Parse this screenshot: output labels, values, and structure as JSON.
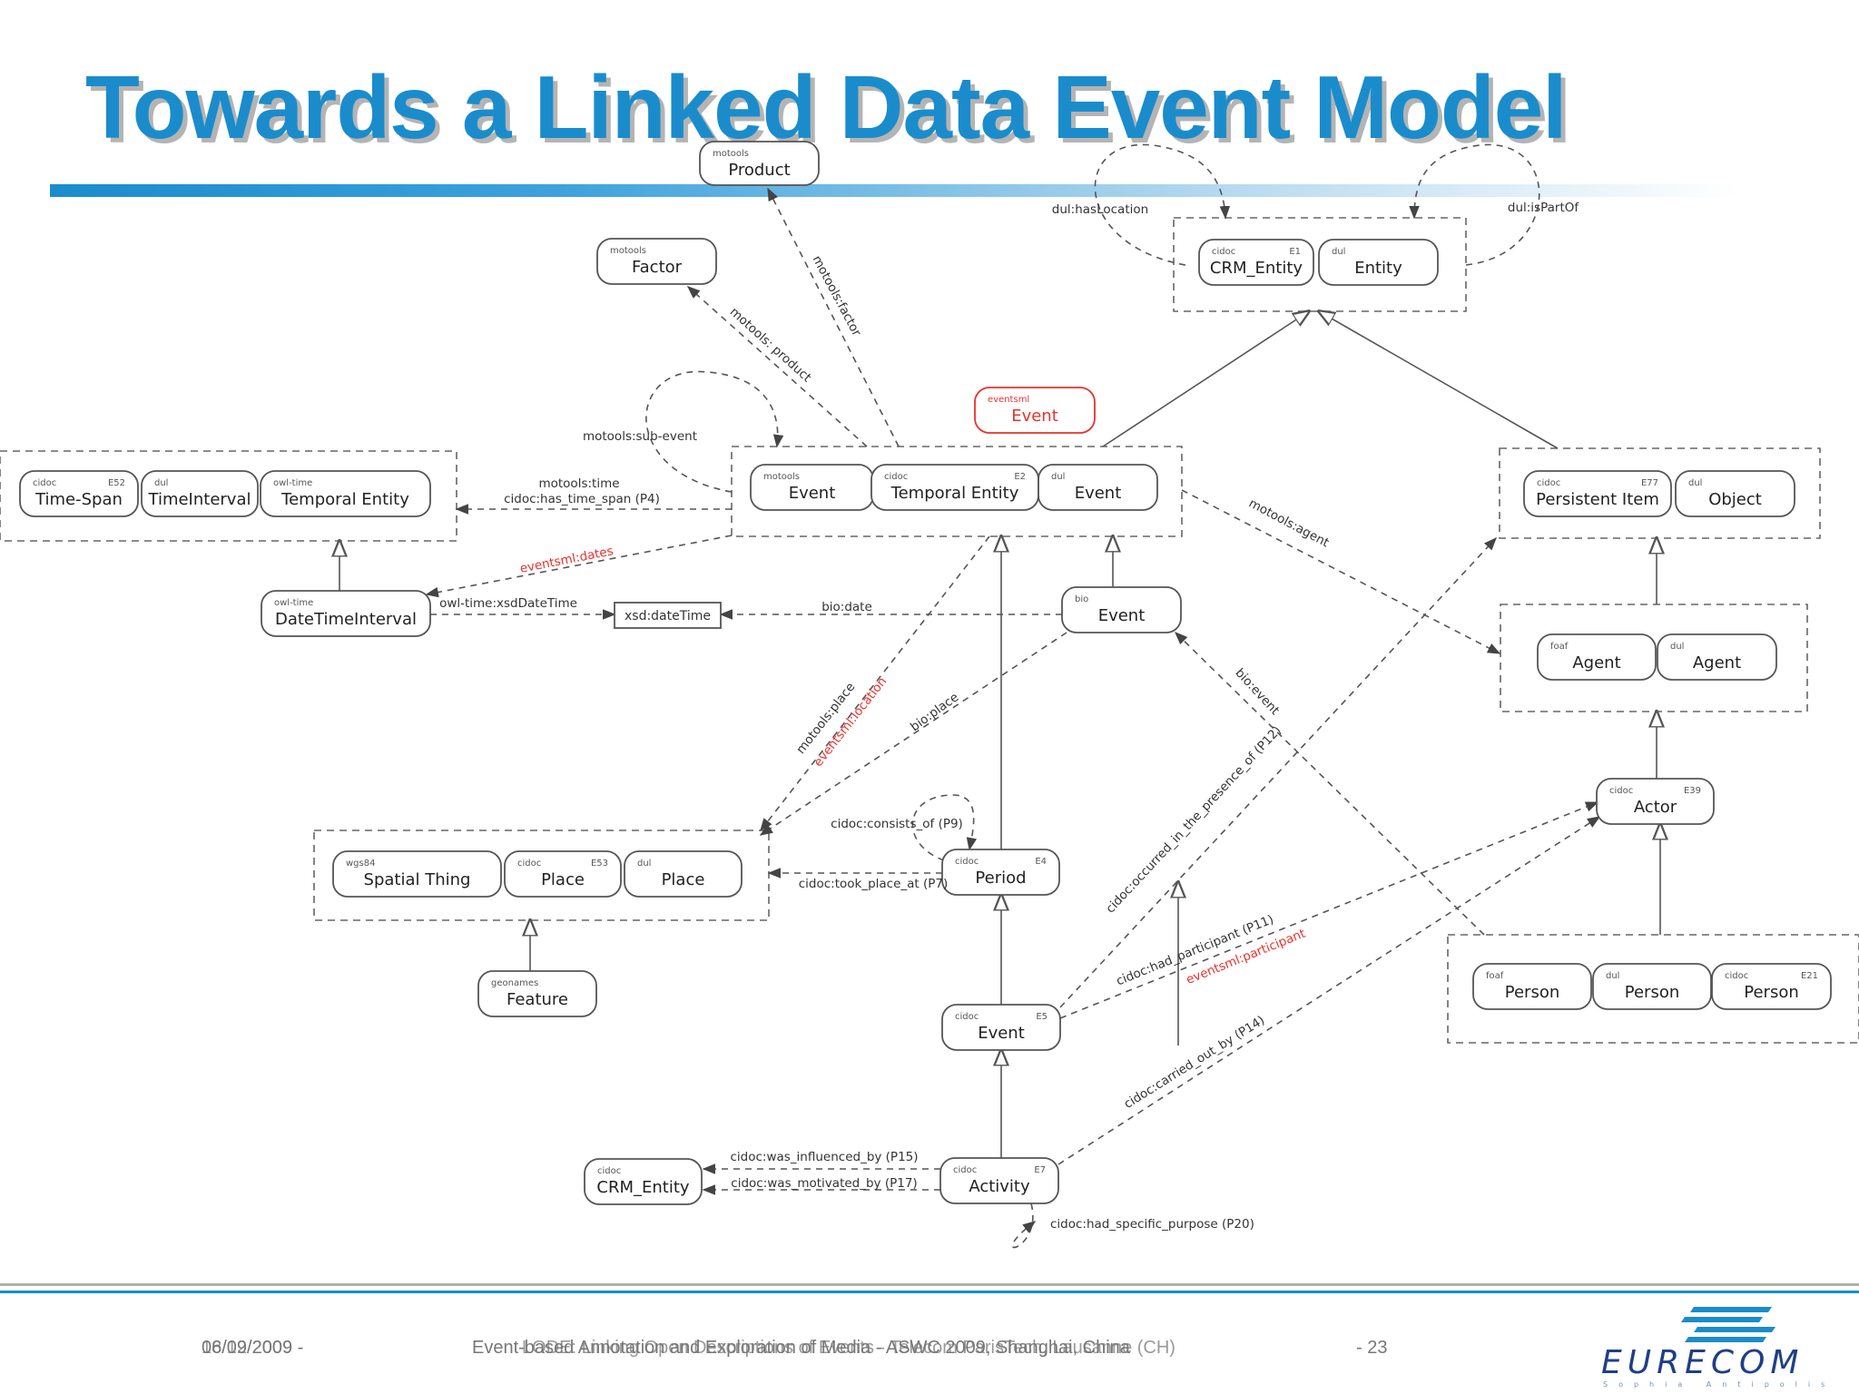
{
  "slide": {
    "title": "Towards a Linked Data Event Model"
  },
  "footer": {
    "date_a": "06/09/2009 -",
    "date_b": "18/12/2009 -",
    "title_a": "Event-based Annotation and Exploration of Media - ASWC 2009, Shanghai, China",
    "title_b": "LODE: Linking Open Descriptions of Events - Telecom ParisTech, Lausanne (CH)",
    "page": "- 23",
    "logo_text": "EURECOM",
    "logo_tagline": "Sophia Antipolis"
  },
  "colors": {
    "title": "#1a8ccc",
    "title_shadow": "#b4b4b4",
    "accent_red": "#e8322d",
    "line": "#555555"
  },
  "diagram": {
    "nodes": {
      "product": {
        "prefix": "motools",
        "name": "Product"
      },
      "factor": {
        "prefix": "motools",
        "name": "Factor"
      },
      "crm_entity_top": {
        "prefix": "cidoc",
        "code": "E1",
        "name": "CRM_Entity"
      },
      "dul_entity": {
        "prefix": "dul",
        "name": "Entity"
      },
      "eventsml_event": {
        "prefix": "eventsml",
        "name": "Event"
      },
      "time_span": {
        "prefix": "cidoc",
        "code": "E52",
        "name": "Time-Span"
      },
      "time_interval": {
        "prefix": "dul",
        "name": "TimeInterval"
      },
      "temporal_entity_owl": {
        "prefix": "owl-time",
        "name": "Temporal Entity"
      },
      "motools_event": {
        "prefix": "motools",
        "name": "Event"
      },
      "cidoc_temporal_entity": {
        "prefix": "cidoc",
        "code": "E2",
        "name": "Temporal Entity"
      },
      "dul_event": {
        "prefix": "dul",
        "name": "Event"
      },
      "persistent_item": {
        "prefix": "cidoc",
        "code": "E77",
        "name": "Persistent Item"
      },
      "dul_object": {
        "prefix": "dul",
        "name": "Object"
      },
      "datetime_interval": {
        "prefix": "owl-time",
        "name": "DateTimeInterval"
      },
      "xsd_datetime": {
        "name": "xsd:dateTime"
      },
      "bio_event": {
        "prefix": "bio",
        "name": "Event"
      },
      "foaf_agent": {
        "prefix": "foaf",
        "name": "Agent"
      },
      "dul_agent": {
        "prefix": "dul",
        "name": "Agent"
      },
      "actor": {
        "prefix": "cidoc",
        "code": "E39",
        "name": "Actor"
      },
      "spatial_thing": {
        "prefix": "wgs84",
        "name": "Spatial Thing"
      },
      "cidoc_place": {
        "prefix": "cidoc",
        "code": "E53",
        "name": "Place"
      },
      "dul_place": {
        "prefix": "dul",
        "name": "Place"
      },
      "period": {
        "prefix": "cidoc",
        "code": "E4",
        "name": "Period"
      },
      "feature": {
        "prefix": "geonames",
        "name": "Feature"
      },
      "foaf_person": {
        "prefix": "foaf",
        "name": "Person"
      },
      "dul_person": {
        "prefix": "dul",
        "name": "Person"
      },
      "cidoc_person": {
        "prefix": "cidoc",
        "code": "E21",
        "name": "Person"
      },
      "cidoc_event": {
        "prefix": "cidoc",
        "code": "E5",
        "name": "Event"
      },
      "crm_entity_bottom": {
        "prefix": "cidoc",
        "name": "CRM_Entity"
      },
      "activity": {
        "prefix": "cidoc",
        "code": "E7",
        "name": "Activity"
      }
    },
    "edges": {
      "has_location": "dul:hasLocation",
      "is_part_of": "dul:isPartOf",
      "motools_factor": "motools:factor",
      "motools_product": "motools: product",
      "sub_event": "motools:sub-event",
      "motools_time": "motools:time",
      "has_time_span": "cidoc:has_time_span (P4)",
      "eventsml_dates": "eventsml:dates",
      "motools_agent": "motools:agent",
      "owl_time_xsd": "owl-time:xsdDateTime",
      "bio_date": "bio:date",
      "motools_place": "motools:place",
      "eventsml_location": "eventsml:location",
      "bio_place": "bio:place",
      "bio_event": "bio:event",
      "presence_of": "cidoc:occurred_in_the_presence_of (P12)",
      "consists_of": "cidoc:consists_of (P9)",
      "took_place_at": "cidoc:took_place_at (P7)",
      "had_participant": "cidoc:had_participant (P11)",
      "eventsml_participant": "eventsml:participant",
      "carried_out_by": "cidoc:carried_out_by (P14)",
      "was_influenced_by": "cidoc:was_influenced_by (P15)",
      "was_motivated_by": "cidoc:was_motivated_by (P17)",
      "had_specific_purpose": "cidoc:had_specific_purpose (P20)"
    }
  }
}
